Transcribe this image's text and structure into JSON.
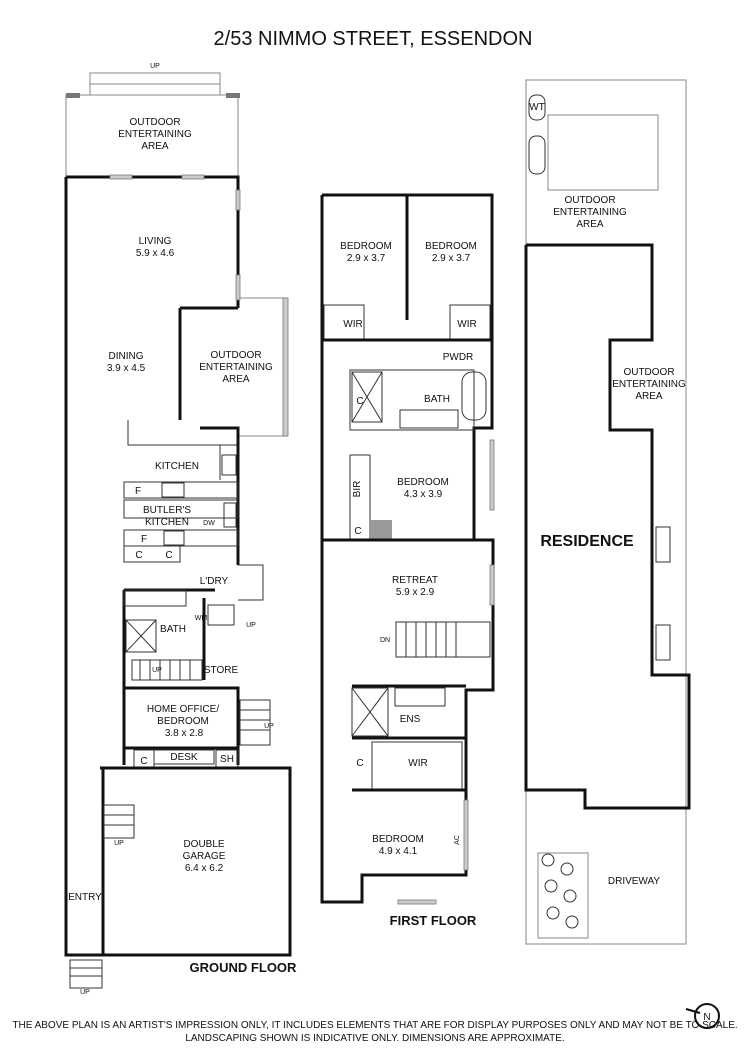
{
  "title": "2/53 NIMMO STREET, ESSENDON",
  "ground_floor": {
    "label": "GROUND FLOOR",
    "rooms": {
      "outdoor_top": {
        "name": "OUTDOOR\nENTERTAINING\nAREA"
      },
      "living": {
        "name": "LIVING",
        "size": "5.9 x 4.6"
      },
      "dining": {
        "name": "DINING",
        "size": "3.9 x 4.5"
      },
      "outdoor_side": {
        "name": "OUTDOOR\nENTERTAINING\nAREA"
      },
      "kitchen": {
        "name": "KITCHEN"
      },
      "butlers": {
        "name": "BUTLER'S\nKITCHEN"
      },
      "laundry": {
        "name": "L'DRY"
      },
      "bath": {
        "name": "BATH"
      },
      "store": {
        "name": "STORE"
      },
      "office": {
        "name": "HOME OFFICE/\nBEDROOM",
        "size": "3.8 x 2.8"
      },
      "desk": {
        "name": "DESK"
      },
      "sh": {
        "name": "SH"
      },
      "garage": {
        "name": "DOUBLE\nGARAGE",
        "size": "6.4 x 6.2"
      },
      "entry": {
        "name": "ENTRY"
      }
    },
    "fixtures": {
      "f": "F",
      "c": "C",
      "dw": "DW",
      "wm": "WM",
      "up": "UP"
    }
  },
  "first_floor": {
    "label": "FIRST FLOOR",
    "rooms": {
      "bed_left": {
        "name": "BEDROOM",
        "size": "2.9 x 3.7"
      },
      "bed_right": {
        "name": "BEDROOM",
        "size": "2.9 x 3.7"
      },
      "wir": {
        "name": "WIR"
      },
      "pwdr": {
        "name": "PWDR"
      },
      "bath": {
        "name": "BATH"
      },
      "bed_mid": {
        "name": "BEDROOM",
        "size": "4.3 x 3.9"
      },
      "bir": {
        "name": "BIR"
      },
      "retreat": {
        "name": "RETREAT",
        "size": "5.9 x 2.9"
      },
      "ens": {
        "name": "ENS"
      },
      "bed_main": {
        "name": "BEDROOM",
        "size": "4.9 x 4.1"
      }
    },
    "fixtures": {
      "c": "C",
      "dn": "DN",
      "ac": "AC"
    }
  },
  "site_plan": {
    "wt": "WT",
    "outdoor_top": {
      "name": "OUTDOOR\nENTERTAINING\nAREA"
    },
    "outdoor_side": {
      "name": "OUTDOOR\nENTERTAINING\nAREA"
    },
    "residence": "RESIDENCE",
    "driveway": "DRIVEWAY"
  },
  "north": "N",
  "disclaimer": [
    "THE ABOVE PLAN IS AN ARTIST'S IMPRESSION ONLY, IT INCLUDES ELEMENTS THAT ARE FOR DISPLAY PURPOSES ONLY AND MAY NOT BE TO SCALE.",
    "LANDSCAPING SHOWN IS INDICATIVE ONLY. DIMENSIONS ARE APPROXIMATE."
  ]
}
